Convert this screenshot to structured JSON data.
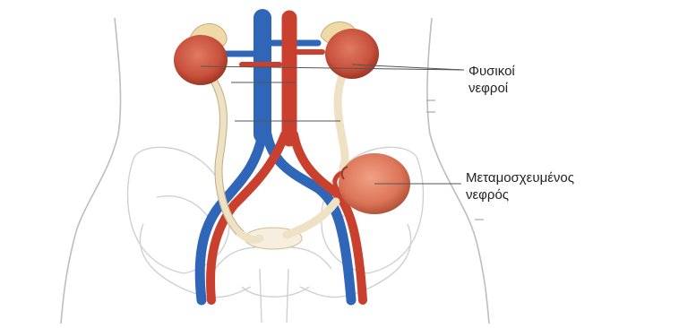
{
  "labels": {
    "native_kidneys": {
      "line1": "Φυσικοί",
      "line2": "νεφροί"
    },
    "transplanted_kidney": {
      "line1": "Μεταμοσχευμένος",
      "line2": "νεφρός"
    }
  },
  "colors": {
    "kidney": "#c8513c",
    "artery": "#c9412e",
    "vein": "#2f66b8",
    "ureter": "#efe2c4",
    "adrenal": "#f0d9a8",
    "outline": "#b8b8b8",
    "leader_line": "#555555"
  }
}
